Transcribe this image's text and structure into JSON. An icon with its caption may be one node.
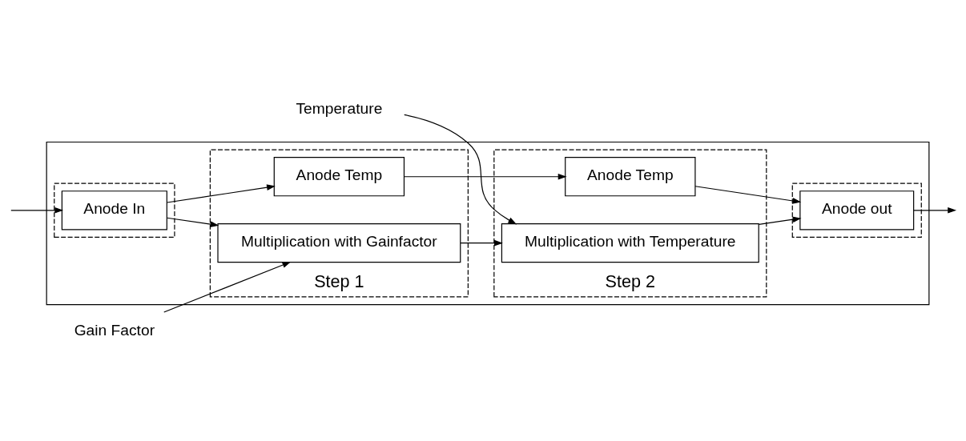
{
  "diagram": {
    "nodes": [
      {
        "text": [],
        "shape": "box"
      },
      {
        "text": [],
        "shape": "box",
        "in": 0
      },
      {
        "text": [
          "Step 1"
        ],
        "in": 0
      },
      {
        "text": [
          "Step 2"
        ],
        "in": 0
      },
      {
        "text": [],
        "shape": "box",
        "in": 0
      },
      {
        "text": [
          "Anode In"
        ],
        "in": 1
      },
      {
        "text": [
          "Multiplication with Gainfactor"
        ],
        "in": 2
      },
      {
        "text": [
          "Anode Temp"
        ],
        "in": 2
      },
      {
        "text": [
          "Multiplication with Temperature"
        ],
        "in": 3
      },
      {
        "text": [
          "Anode Temp"
        ],
        "in": 3
      },
      {
        "text": [
          "Anode out"
        ],
        "in": 4
      },
      {
        "text": [
          "Gain Factor"
        ]
      },
      {
        "text": [
          "Temperature"
        ]
      }
    ],
    "edges": [
      {
        "from": null,
        "to": 5,
        "arrow": "to"
      },
      {
        "from": 5,
        "to": 6,
        "arrow": "to"
      },
      {
        "from": 5,
        "to": 7,
        "arrow": "to"
      },
      {
        "from": 6,
        "to": 8,
        "arrow": "to"
      },
      {
        "from": 7,
        "to": 9,
        "arrow": "to"
      },
      {
        "from": 8,
        "to": 10,
        "arrow": "to"
      },
      {
        "from": 9,
        "to": 10,
        "arrow": "to"
      },
      {
        "from": 10,
        "to": null,
        "arrow": "to"
      },
      {
        "from": 11,
        "to": 6,
        "arrow": "to"
      },
      {
        "from": 12,
        "to": 8,
        "arrow": "to"
      }
    ]
  }
}
